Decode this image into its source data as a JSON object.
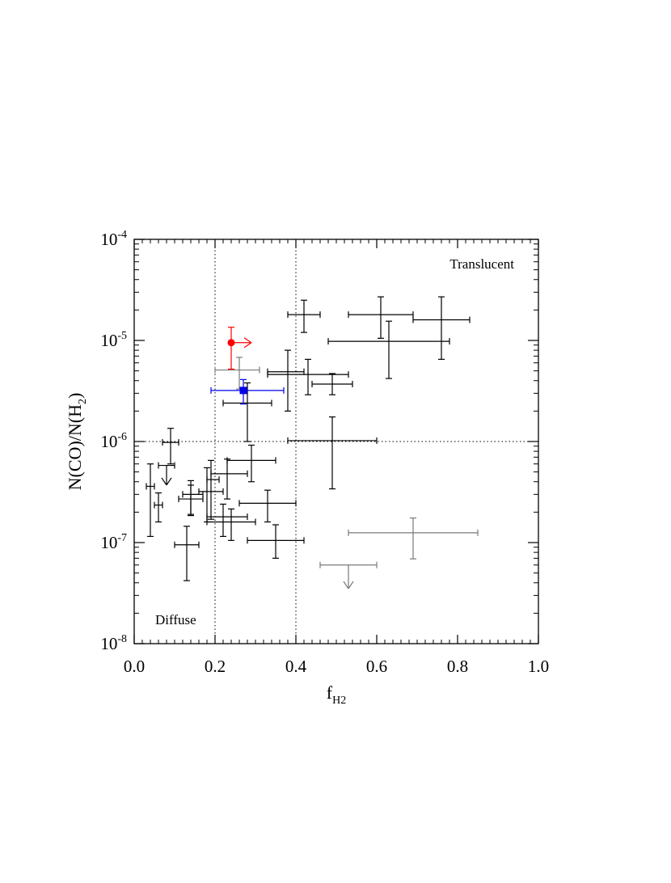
{
  "chart_data": {
    "type": "scatter",
    "x_scale": "linear",
    "y_scale": "log",
    "xlim": [
      0.0,
      1.0
    ],
    "ylim": [
      1e-08,
      0.0001
    ],
    "xlabel": {
      "main": "f",
      "sub": "H2"
    },
    "ylabel": {
      "p1": "N(CO)/N(H",
      "sub": "2",
      "p2": ")"
    },
    "x_ticks": [
      "0.0",
      "0.2",
      "0.4",
      "0.6",
      "0.8",
      "1.0"
    ],
    "x_tick_values": [
      0.0,
      0.2,
      0.4,
      0.6,
      0.8,
      1.0
    ],
    "y_ticks": [
      {
        "base": "10",
        "exp": "-4",
        "value": 0.0001
      },
      {
        "base": "10",
        "exp": "-5",
        "value": 1e-05
      },
      {
        "base": "10",
        "exp": "-6",
        "value": 1e-06
      },
      {
        "base": "10",
        "exp": "-7",
        "value": 1e-07
      },
      {
        "base": "10",
        "exp": "-8",
        "value": 1e-08
      }
    ],
    "grid": false,
    "reference_lines": {
      "x": [
        0.2,
        0.4
      ],
      "y": [
        1e-06
      ],
      "style": "dotted"
    },
    "annotations": {
      "top_right": "Translucent",
      "bottom_left": "Diffuse"
    },
    "colors": {
      "black": "#000000",
      "gray": "#7a7a7a",
      "red": "#ff0000",
      "blue": "#0000ee"
    },
    "series": [
      {
        "color": "black",
        "marker": "none",
        "points": [
          {
            "x": 0.42,
            "y": 1.8e-05,
            "xerr": [
              0.38,
              0.46
            ],
            "yerr": [
              1.2e-05,
              2.5e-05
            ]
          },
          {
            "x": 0.61,
            "y": 1.8e-05,
            "xerr": [
              0.53,
              0.69
            ],
            "yerr": [
              1.05e-05,
              2.7e-05
            ]
          },
          {
            "x": 0.76,
            "y": 1.6e-05,
            "xerr": [
              0.69,
              0.83
            ],
            "yerr": [
              6.5e-06,
              2.7e-05
            ]
          },
          {
            "x": 0.63,
            "y": 9.8e-06,
            "xerr": [
              0.48,
              0.78
            ],
            "yerr": [
              4.2e-06,
              1.55e-05
            ]
          },
          {
            "x": 0.38,
            "y": 4.9e-06,
            "xerr": [
              0.33,
              0.42
            ],
            "yerr": [
              2e-06,
              8e-06
            ]
          },
          {
            "x": 0.43,
            "y": 4.6e-06,
            "xerr": [
              0.33,
              0.53
            ],
            "yerr": [
              2.9e-06,
              6.5e-06
            ]
          },
          {
            "x": 0.49,
            "y": 3.7e-06,
            "xerr": [
              0.44,
              0.54
            ],
            "yerr": [
              2.9e-06,
              4.7e-06
            ]
          },
          {
            "x": 0.28,
            "y": 2.4e-06,
            "xerr": [
              0.22,
              0.34
            ],
            "yerr": [
              1e-06,
              3.8e-06
            ]
          },
          {
            "x": 0.49,
            "y": 1.02e-06,
            "xerr": [
              0.38,
              0.6
            ],
            "yerr": [
              3.4e-07,
              1.75e-06
            ]
          },
          {
            "x": 0.09,
            "y": 9.8e-07,
            "xerr": [
              0.07,
              0.11
            ],
            "yerr": [
              6e-07,
              1.35e-06
            ]
          },
          {
            "x": 0.29,
            "y": 6.5e-07,
            "xerr": [
              0.23,
              0.35
            ],
            "yerr": [
              4e-07,
              9.2e-07
            ]
          },
          {
            "x": 0.23,
            "y": 4.8e-07,
            "xerr": [
              0.19,
              0.28
            ],
            "yerr": [
              2.7e-07,
              6.7e-07
            ]
          },
          {
            "x": 0.04,
            "y": 3.6e-07,
            "xerr": [
              0.03,
              0.05
            ],
            "yerr": [
              1.15e-07,
              6e-07
            ]
          },
          {
            "x": 0.19,
            "y": 4.2e-07,
            "xerr": [
              0.18,
              0.21
            ],
            "yerr": [
              1.7e-07,
              6.5e-07
            ]
          },
          {
            "x": 0.18,
            "y": 3.2e-07,
            "xerr": [
              0.16,
              0.22
            ],
            "yerr": [
              1.6e-07,
              5.5e-07
            ]
          },
          {
            "x": 0.14,
            "y": 3e-07,
            "xerr": [
              0.12,
              0.17
            ],
            "yerr": [
              1.9e-07,
              4.1e-07
            ]
          },
          {
            "x": 0.14,
            "y": 2.7e-07,
            "xerr": [
              0.11,
              0.17
            ],
            "yerr": [
              1.85e-07,
              3.7e-07
            ]
          },
          {
            "x": 0.06,
            "y": 2.35e-07,
            "xerr": [
              0.05,
              0.07
            ],
            "yerr": [
              1.6e-07,
              3.1e-07
            ]
          },
          {
            "x": 0.33,
            "y": 2.45e-07,
            "xerr": [
              0.26,
              0.4
            ],
            "yerr": [
              1.6e-07,
              3.3e-07
            ]
          },
          {
            "x": 0.22,
            "y": 1.8e-07,
            "xerr": [
              0.18,
              0.28
            ],
            "yerr": [
              1.15e-07,
              2.4e-07
            ]
          },
          {
            "x": 0.24,
            "y": 1.6e-07,
            "xerr": [
              0.18,
              0.3
            ],
            "yerr": [
              1.05e-07,
              2.15e-07
            ]
          },
          {
            "x": 0.13,
            "y": 9.5e-08,
            "xerr": [
              0.1,
              0.16
            ],
            "yerr": [
              4.2e-08,
              1.45e-07
            ]
          },
          {
            "x": 0.35,
            "y": 1.05e-07,
            "xerr": [
              0.28,
              0.42
            ],
            "yerr": [
              7e-08,
              1.5e-07
            ]
          }
        ]
      },
      {
        "color": "black",
        "marker": "upper-limit",
        "points": [
          {
            "x": 0.08,
            "y": 5.8e-07,
            "xerr": [
              0.06,
              0.1
            ],
            "limit_to": 3.7e-07
          }
        ]
      },
      {
        "color": "gray",
        "marker": "none",
        "points": [
          {
            "x": 0.26,
            "y": 5.1e-06,
            "xerr": [
              0.2,
              0.31
            ],
            "yerr": [
              3.3e-06,
              6.8e-06
            ]
          },
          {
            "x": 0.69,
            "y": 1.25e-07,
            "xerr": [
              0.53,
              0.85
            ],
            "yerr": [
              6.9e-08,
              1.75e-07
            ]
          }
        ]
      },
      {
        "color": "gray",
        "marker": "upper-limit",
        "points": [
          {
            "x": 0.53,
            "y": 6e-08,
            "xerr": [
              0.46,
              0.6
            ],
            "limit_to": 3.5e-08
          }
        ]
      },
      {
        "color": "red",
        "marker": "circle",
        "points": [
          {
            "x": 0.24,
            "y": 9.5e-06,
            "yerr": [
              5.2e-06,
              1.35e-05
            ],
            "lower_limit_x_to": 0.29
          }
        ]
      },
      {
        "color": "blue",
        "marker": "square",
        "points": [
          {
            "x": 0.27,
            "y": 3.2e-06,
            "xerr": [
              0.19,
              0.37
            ],
            "yerr": [
              2.35e-06,
              4.1e-06
            ]
          }
        ]
      }
    ]
  }
}
